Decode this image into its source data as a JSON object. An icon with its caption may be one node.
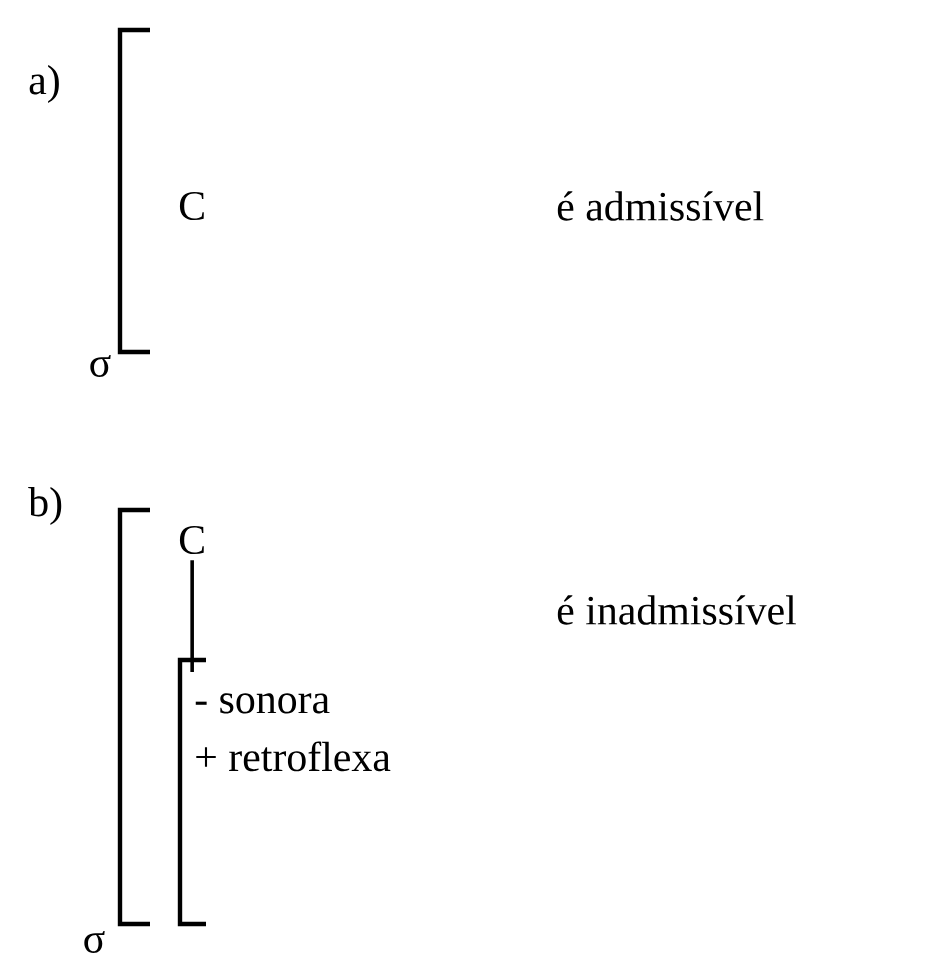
{
  "diagram": {
    "nodes": [
      {
        "text": [
          "C"
        ]
      },
      {
        "text": [
          "C"
        ]
      },
      {
        "text": [
          "- sonora",
          "+ retroflexa"
        ]
      }
    ],
    "edges": [
      {
        "from": 1,
        "to": 2,
        "arrow": "none"
      }
    ],
    "labels": [
      "a)",
      "é admissível",
      "σ",
      "b)",
      "é inadmissível",
      "σ"
    ]
  }
}
